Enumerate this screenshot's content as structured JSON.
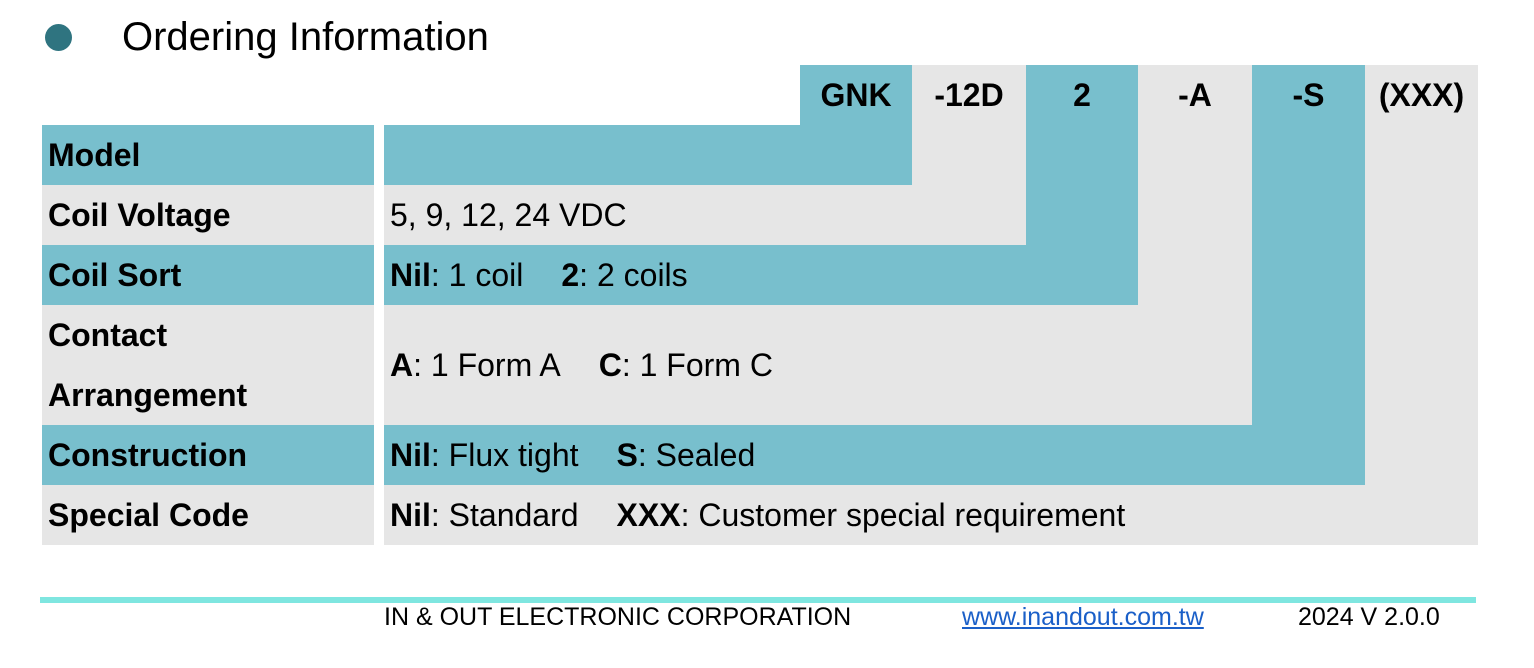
{
  "title": "Ordering Information",
  "codes": [
    "GNK",
    "-12D",
    "2",
    "-A",
    "-S",
    "(XXX)"
  ],
  "rows": [
    {
      "label": "Model",
      "items": []
    },
    {
      "label": "Coil Voltage",
      "items": [
        {
          "key": "",
          "text": "5, 9, 12, 24 VDC"
        }
      ]
    },
    {
      "label": "Coil Sort",
      "items": [
        {
          "key": "Nil",
          "text": ": 1 coil"
        },
        {
          "key": "2",
          "text": ": 2 coils"
        }
      ]
    },
    {
      "label_line1": "Contact",
      "label_line2": "Arrangement",
      "items": [
        {
          "key": "A",
          "text": ": 1 Form A"
        },
        {
          "key": "C",
          "text": ": 1 Form C"
        }
      ]
    },
    {
      "label": "Construction",
      "items": [
        {
          "key": "Nil",
          "text": ": Flux tight"
        },
        {
          "key": "S",
          "text": ": Sealed"
        }
      ]
    },
    {
      "label": "Special Code",
      "items": [
        {
          "key": "Nil",
          "text": ": Standard"
        },
        {
          "key": "XXX",
          "text": ": Customer special requirement"
        }
      ]
    }
  ],
  "footer": {
    "company": "IN & OUT ELECTRONIC CORPORATION",
    "url": "www.inandout.com.tw",
    "version": "2024 V 2.0.0"
  },
  "colors": {
    "teal": "#78bfcd",
    "grey": "#e6e6e6",
    "bullet": "#2f7480",
    "footer_line": "#7fe6e0",
    "link": "#1a5fc8"
  }
}
